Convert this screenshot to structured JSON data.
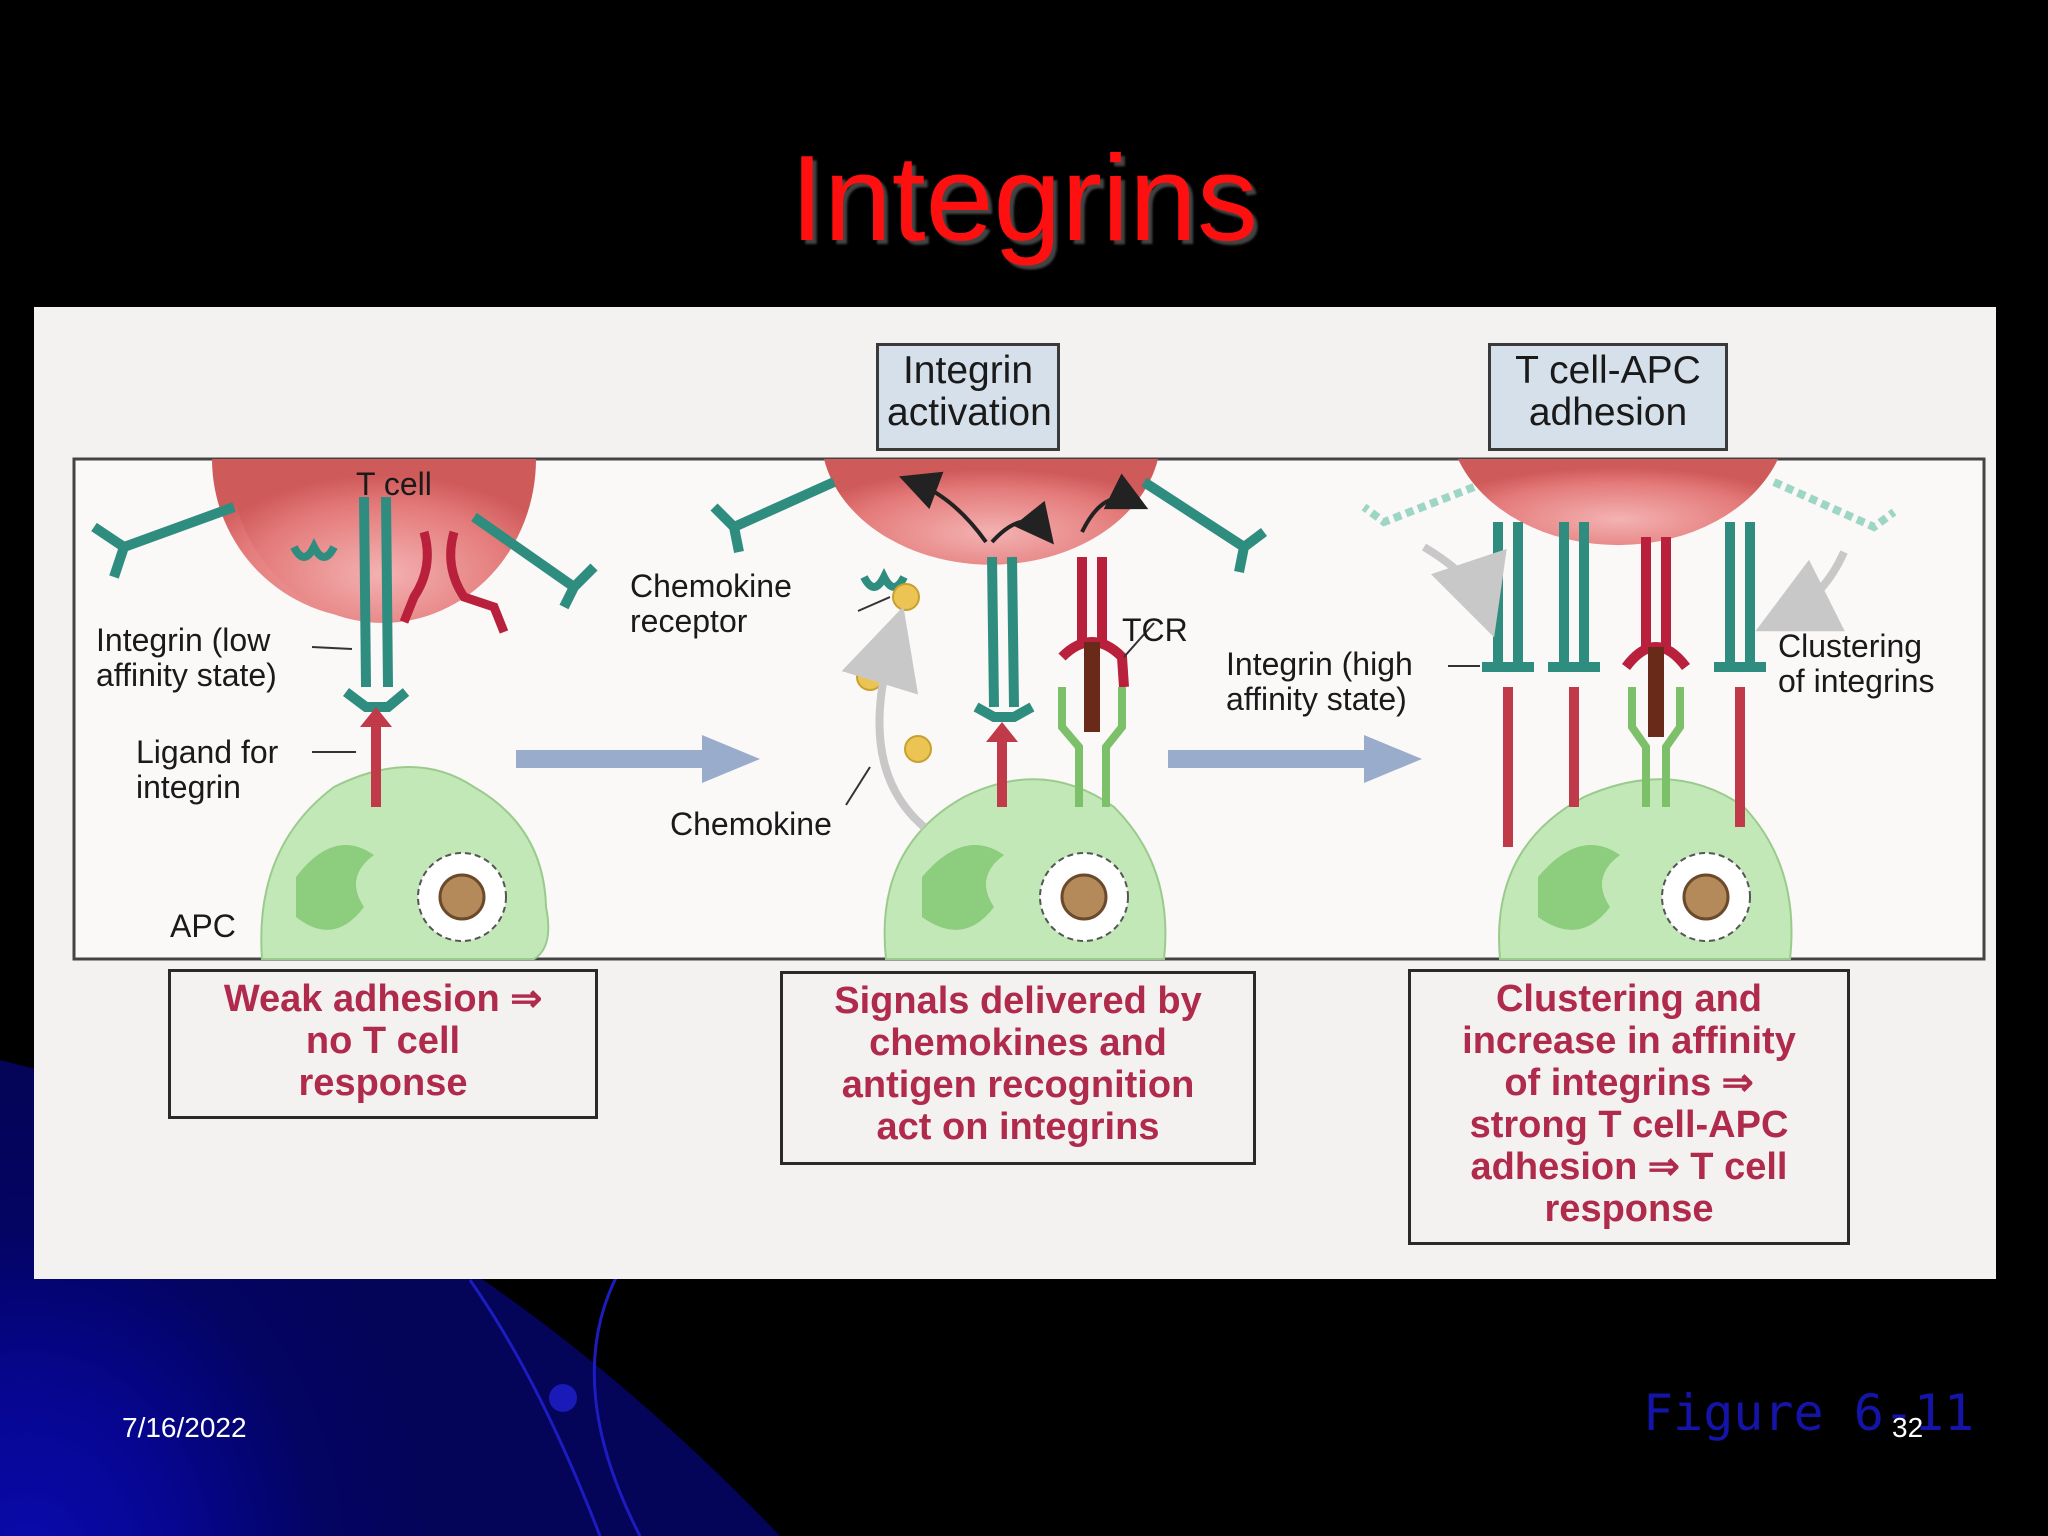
{
  "slide": {
    "title": "Integrins",
    "date": "7/16/2022",
    "page_number": "32",
    "figure_reference": "Figure 6-11",
    "colors": {
      "title": "#ff1010",
      "caption": "#b02a4c",
      "integrin": "#2f8d80",
      "tcr": "#b8203c",
      "apc": "#bfe6b3",
      "tcell": "#e07878",
      "arrow": "#9aaccc"
    }
  },
  "diagram": {
    "headers": {
      "integrin_activation": "Integrin\nactivation",
      "tcell_apc_adhesion": "T cell-APC\nadhesion"
    },
    "labels": {
      "t_cell": "T cell",
      "integrin_low": "Integrin (low\naffinity state)",
      "ligand": "Ligand for\nintegrin",
      "apc": "APC",
      "chemokine_receptor": "Chemokine\nreceptor",
      "tcr": "TCR",
      "chemokine": "Chemokine",
      "integrin_high": "Integrin (high\naffinity state)",
      "clustering": "Clustering\nof integrins"
    },
    "captions": {
      "weak": "Weak adhesion ⇒\nno T cell\nresponse",
      "signals": "Signals delivered by\nchemokines and\nantigen recognition\nact on integrins",
      "clustering": "Clustering and\nincrease in affinity\nof integrins ⇒\nstrong T cell-APC\nadhesion ⇒ T cell\nresponse"
    }
  }
}
